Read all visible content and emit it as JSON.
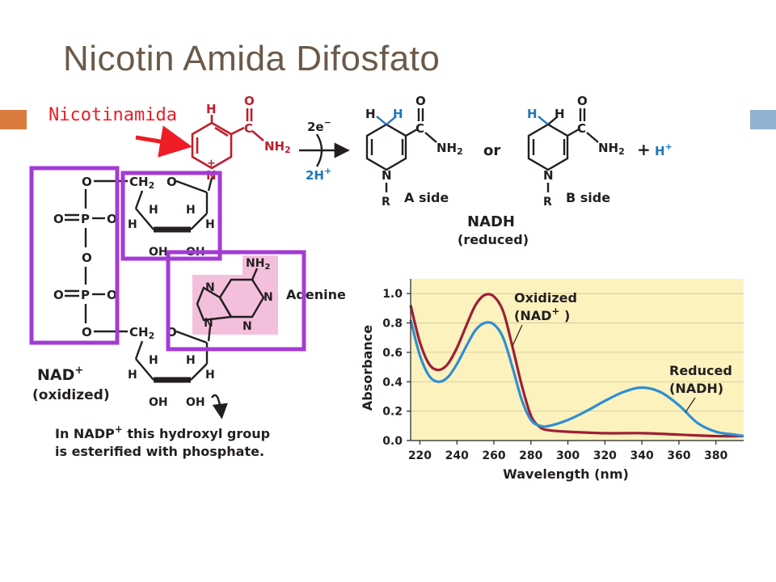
{
  "slide": {
    "title": "Nicotin Amida Difosfato",
    "nicotinamide_label": "Nicotinamida",
    "accent_color": "#d97b3d",
    "accent_right_color": "#8fb3d1",
    "highlight_box_color": "#a33bd6",
    "arrow_color": "#ee1c25"
  },
  "nad": {
    "label": "NAD",
    "charge": "+",
    "state": "(oxidized)",
    "note_line1": "In NADP",
    "note_line1_sup": "+",
    "note_line1_rest": " this hydroxyl group",
    "note_line2": "is esterified with phosphate.",
    "adenine_label": "Adenine",
    "nh2": "NH",
    "nh2_sub": "2",
    "ch2": "CH",
    "ch2_sub": "2",
    "o": "O",
    "p": "P",
    "h": "H",
    "oh": "OH",
    "n": "N",
    "c": "C",
    "r": "R"
  },
  "reaction": {
    "electrons": "2e",
    "electrons_sup": "−",
    "protons": "2H",
    "protons_sup": "+",
    "a_side": "A side",
    "b_side": "B side",
    "or_text": "or",
    "plus": "+",
    "h_plus": "H",
    "h_plus_sup": "+",
    "nadh_label": "NADH",
    "nadh_state": "(reduced)"
  },
  "chart_data": {
    "type": "line",
    "xlabel": "Wavelength (nm)",
    "ylabel": "Absorbance",
    "x_ticks": [
      220,
      240,
      260,
      280,
      300,
      320,
      340,
      360,
      380
    ],
    "y_ticks": [
      "0.0",
      "0.2",
      "0.4",
      "0.6",
      "0.8",
      "1.0"
    ],
    "xlim": [
      215,
      395
    ],
    "ylim": [
      0,
      1.1
    ],
    "background": "#fcf2be",
    "series": [
      {
        "name": "Oxidized (NAD⁺)",
        "label_line1": "Oxidized",
        "label_line2": "(NAD",
        "label_sup": "+",
        "label_close": " )",
        "color": "#9e1f36",
        "x": [
          215,
          220,
          225,
          230,
          235,
          240,
          245,
          250,
          255,
          260,
          265,
          270,
          275,
          280,
          285,
          290,
          300,
          320,
          340,
          360,
          380,
          395
        ],
        "y": [
          0.92,
          0.67,
          0.52,
          0.48,
          0.52,
          0.63,
          0.78,
          0.92,
          0.99,
          0.98,
          0.88,
          0.64,
          0.38,
          0.17,
          0.09,
          0.07,
          0.06,
          0.05,
          0.05,
          0.04,
          0.03,
          0.03
        ]
      },
      {
        "name": "Reduced (NADH)",
        "label_line1": "Reduced",
        "label_line2": "(NADH)",
        "color": "#2f8fd1",
        "x": [
          215,
          220,
          225,
          230,
          235,
          240,
          245,
          250,
          255,
          260,
          265,
          270,
          275,
          280,
          285,
          290,
          300,
          310,
          320,
          330,
          340,
          350,
          360,
          370,
          380,
          390,
          395
        ],
        "y": [
          0.82,
          0.58,
          0.44,
          0.4,
          0.43,
          0.52,
          0.64,
          0.75,
          0.8,
          0.79,
          0.7,
          0.5,
          0.28,
          0.14,
          0.1,
          0.1,
          0.14,
          0.2,
          0.27,
          0.33,
          0.36,
          0.33,
          0.24,
          0.12,
          0.06,
          0.04,
          0.03
        ]
      }
    ]
  }
}
